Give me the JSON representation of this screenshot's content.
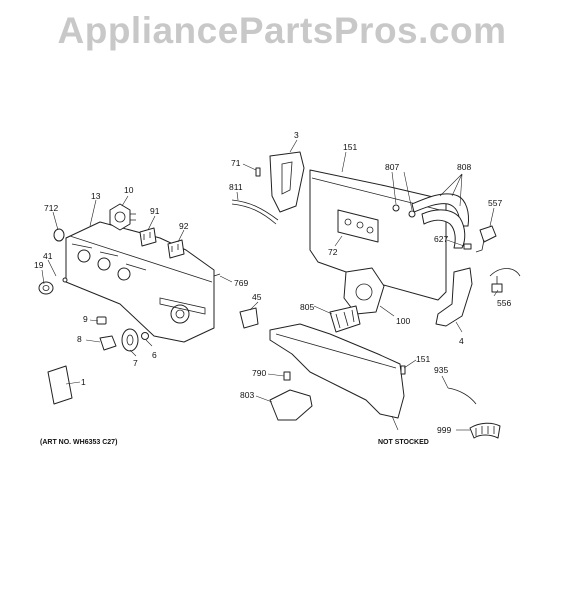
{
  "watermark": "AppliancePartsPros.com",
  "art_number": "(ART NO. WH6353 C27)",
  "not_stocked": "NOT STOCKED",
  "labels": {
    "l3": "3",
    "l151a": "151",
    "l71": "71",
    "l807": "807",
    "l808": "808",
    "l811": "811",
    "l10": "10",
    "l13": "13",
    "l557": "557",
    "l712": "712",
    "l91": "91",
    "l92": "92",
    "l72": "72",
    "l627": "627",
    "l41": "41",
    "l19": "19",
    "l769": "769",
    "l556": "556",
    "l45": "45",
    "l805": "805",
    "l100": "100",
    "l9": "9",
    "l4": "4",
    "l8": "8",
    "l6": "6",
    "l7": "7",
    "l151b": "151",
    "l790": "790",
    "l935": "935",
    "l1": "1",
    "l803": "803",
    "l999": "999"
  }
}
